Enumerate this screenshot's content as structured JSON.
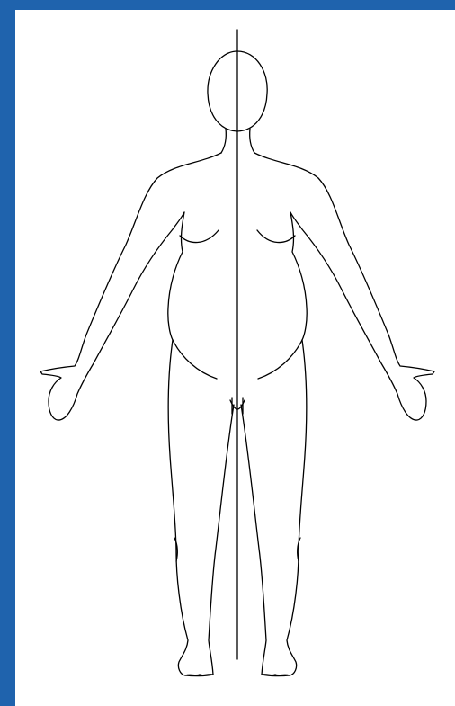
{
  "frame": {
    "border_color": "#1f63ad",
    "background_color": "#ffffff",
    "line_color": "#000000"
  },
  "figure": {
    "description": "body-outline-front-view-with-midline",
    "parts": [
      "head",
      "neck",
      "torso",
      "left-arm",
      "right-arm",
      "left-hand",
      "right-hand",
      "belly",
      "left-leg",
      "right-leg",
      "left-foot",
      "right-foot",
      "midline"
    ]
  }
}
